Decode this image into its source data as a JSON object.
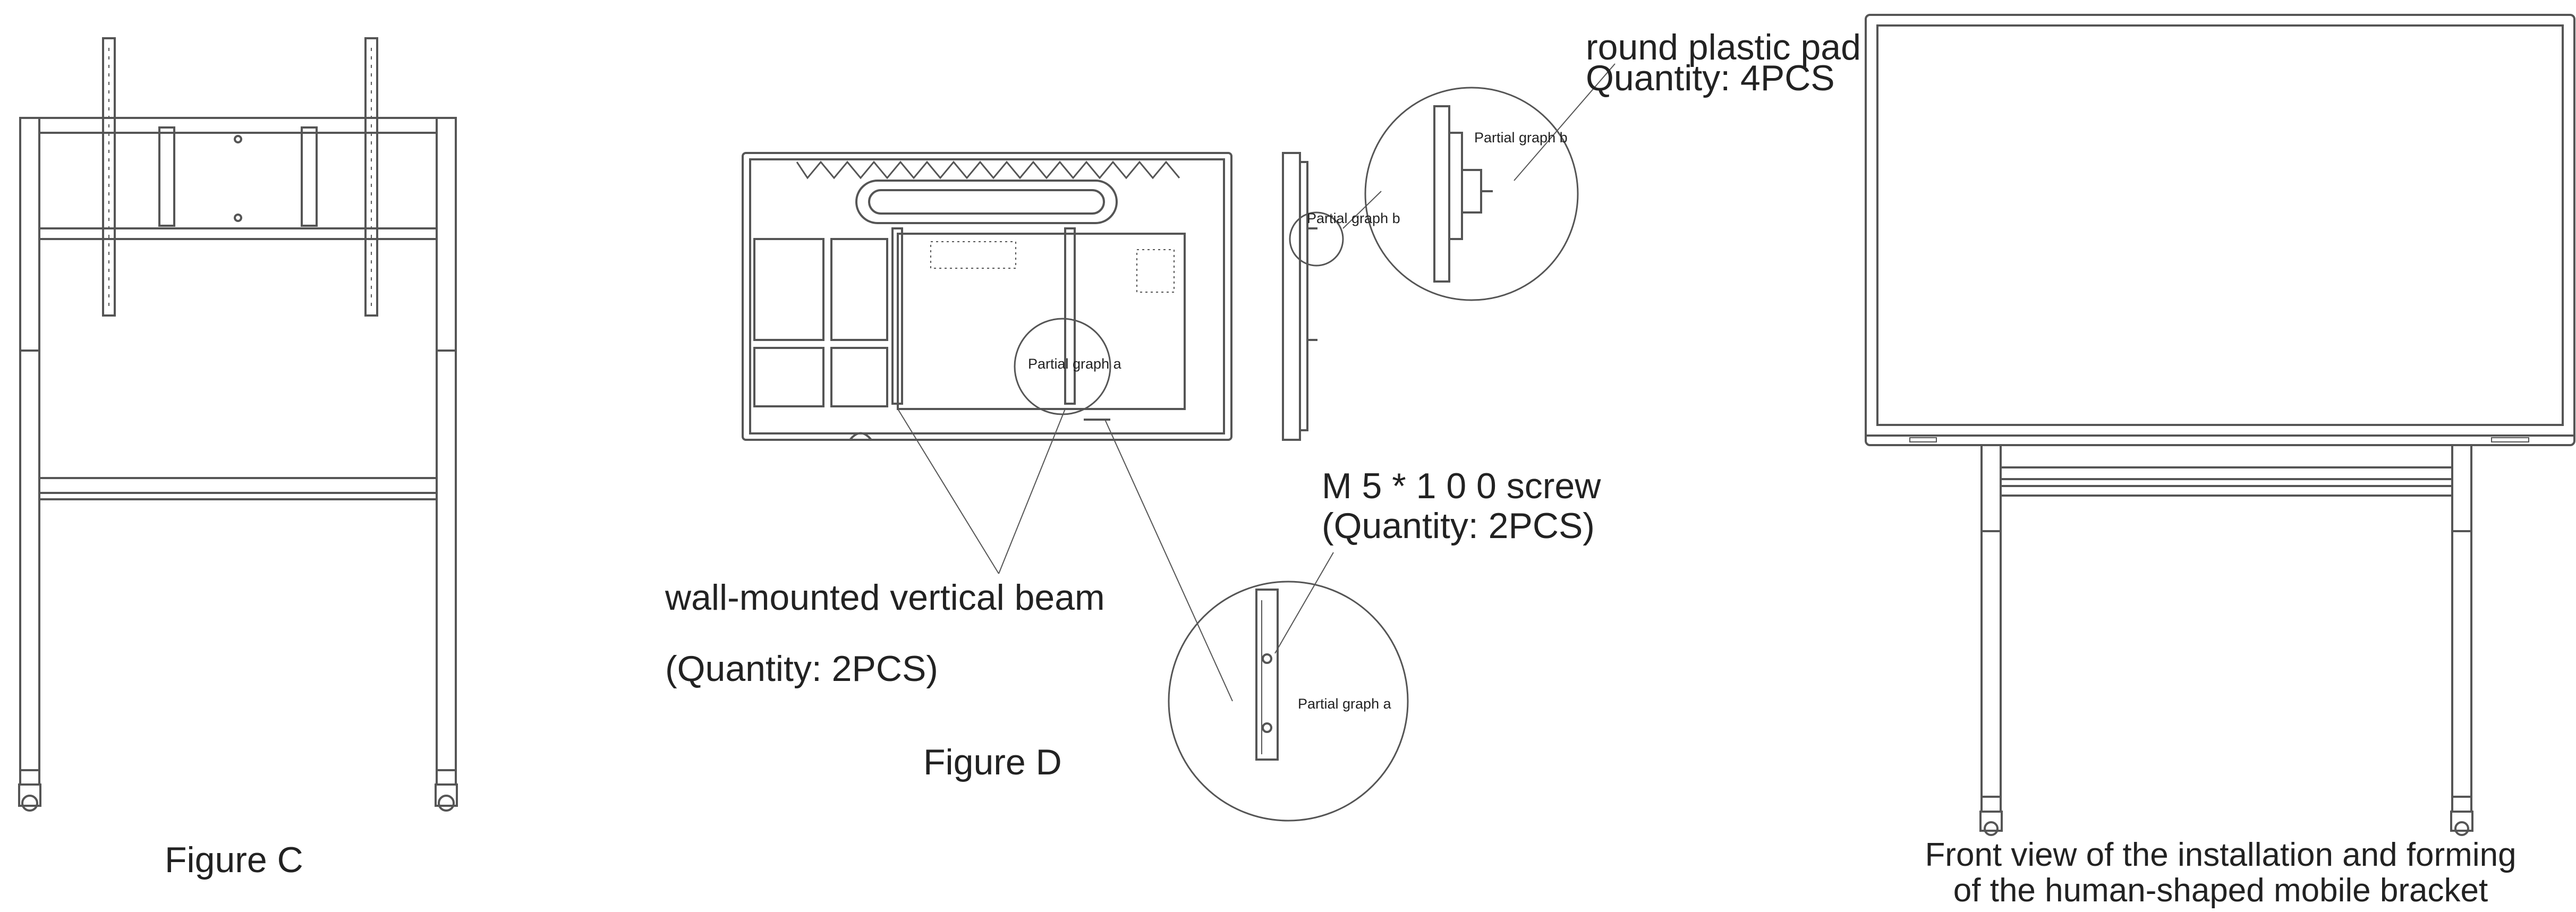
{
  "figure_c": {
    "caption": "Figure C"
  },
  "figure_d": {
    "caption": "Figure D",
    "partial_a_label": "Partial graph a",
    "partial_b_label": "Partial graph b",
    "partial_a_detail_label": "Partial graph a",
    "partial_b_detail_label": "Partial graph b",
    "beam_label": "wall-mounted vertical beam",
    "beam_quantity": "(Quantity: 2PCS)",
    "screw_label": "M 5 * 1 0 0 screw",
    "screw_quantity": "(Quantity: 2PCS)",
    "pad_label": "round plastic pad",
    "pad_quantity": "Quantity: 4PCS"
  },
  "front_view": {
    "caption_line1": "Front view of the installation and forming",
    "caption_line2": "of the human-shaped mobile bracket"
  }
}
